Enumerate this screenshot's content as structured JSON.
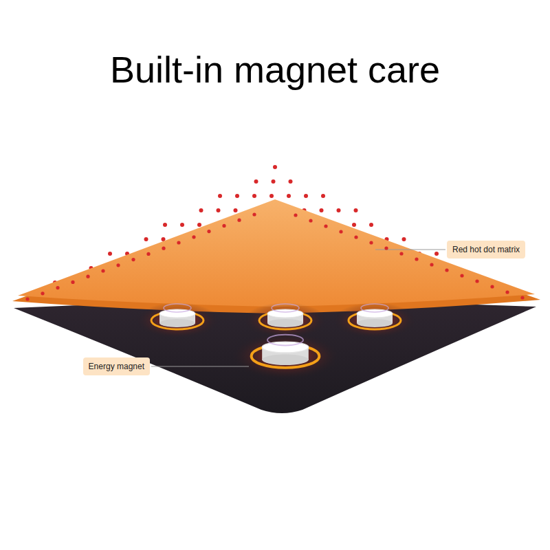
{
  "diagram": {
    "title": "Built-in magnet care",
    "nodes": [
      {
        "text": [
          "Red hot dot matrix"
        ]
      },
      {
        "text": [
          "Energy magnet"
        ]
      }
    ]
  }
}
